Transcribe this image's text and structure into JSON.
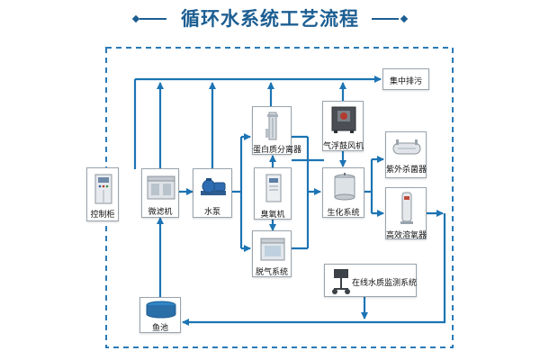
{
  "title": "循环水系统工艺流程",
  "colors": {
    "line": "#1c74b4",
    "title": "#1c5e92",
    "frame": "#2a7ab8"
  },
  "nodes": {
    "control_cabinet": {
      "label": "控制柜",
      "icon": "control-cabinet-icon"
    },
    "microfilter": {
      "label": "微滤机",
      "icon": "microfilter-machine-icon"
    },
    "water_pump": {
      "label": "水泵",
      "icon": "water-pump-icon"
    },
    "protein_skimmer": {
      "label": "蛋白质分离器",
      "icon": "protein-skimmer-icon"
    },
    "ozone_generator": {
      "label": "臭氧机",
      "icon": "ozone-generator-icon"
    },
    "degassing": {
      "label": "脱气系统",
      "icon": "degassing-system-icon"
    },
    "air_blower": {
      "label": "气浮鼓风机",
      "icon": "air-blower-icon"
    },
    "biochem_system": {
      "label": "生化系统",
      "icon": "biochemical-tank-icon"
    },
    "uv_sterilizer": {
      "label": "紫外杀菌器",
      "icon": "uv-sterilizer-icon"
    },
    "oxygen_cone": {
      "label": "高效溶氧器",
      "icon": "oxygen-cone-icon"
    },
    "discharge": {
      "label": "集中排污"
    },
    "monitor": {
      "label": "在线水质监测系统",
      "icon": "water-quality-monitor-icon"
    },
    "fish_pond": {
      "label": "鱼池",
      "icon": "fish-pond-icon"
    }
  }
}
